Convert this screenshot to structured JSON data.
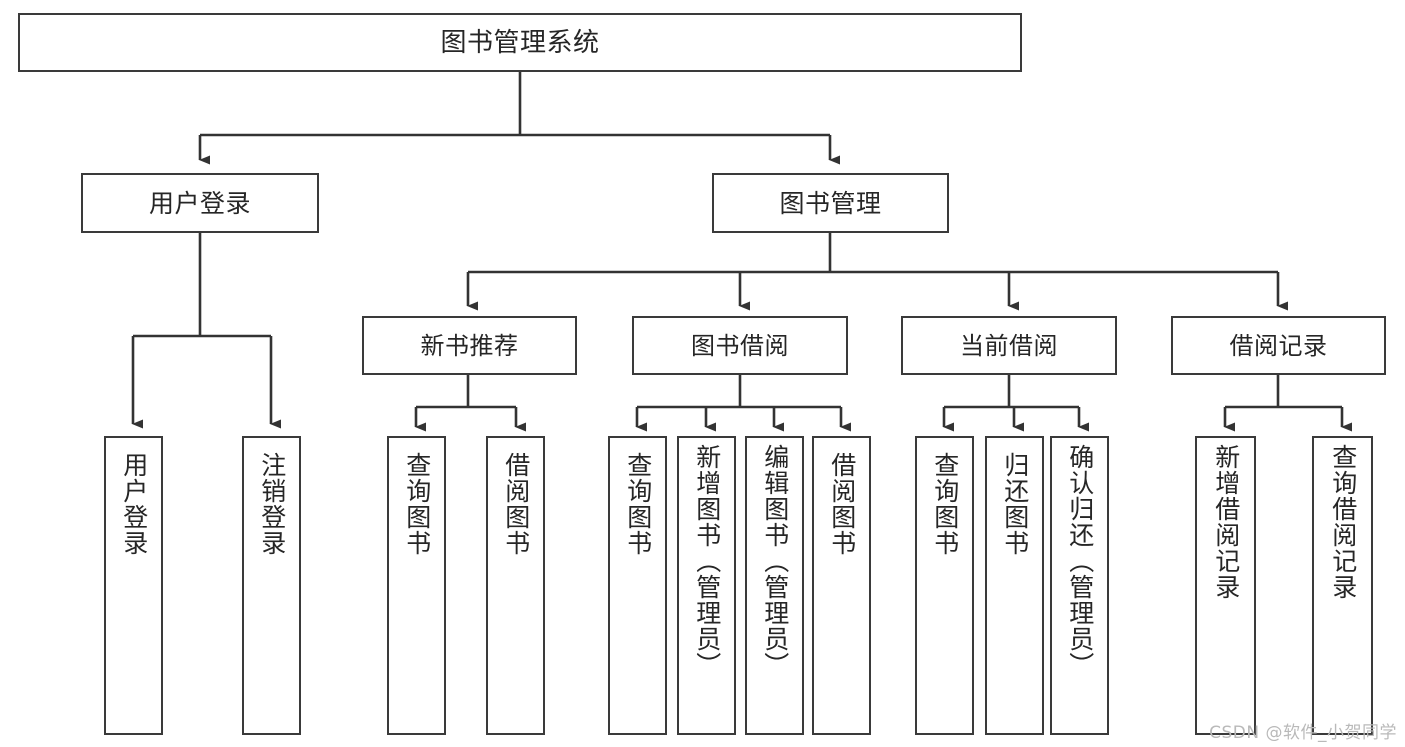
{
  "diagram": {
    "type": "tree",
    "title": "图书管理系统",
    "orientation": "top-down",
    "colors": {
      "box_border": "#3a3a3a",
      "box_fill": "#ffffff",
      "edge": "#333333",
      "text": "#262626",
      "watermark": "#b9b9b9",
      "background": "#ffffff"
    },
    "watermark": "CSDN @软件_小贺同学",
    "nodes": {
      "root": {
        "label": "图书管理系统"
      },
      "level2": [
        {
          "label": "用户登录"
        },
        {
          "label": "图书管理"
        }
      ],
      "level3": [
        {
          "label": "新书推荐"
        },
        {
          "label": "图书借阅"
        },
        {
          "label": "当前借阅"
        },
        {
          "label": "借阅记录"
        }
      ],
      "leaves": {
        "user_login": [
          {
            "label": "用户登录"
          },
          {
            "label": "注销登录"
          }
        ],
        "new_book_recommend": [
          {
            "label": "查询图书"
          },
          {
            "label": "借阅图书"
          }
        ],
        "book_borrow": [
          {
            "label": "查询图书"
          },
          {
            "label": "新增图书（管理员）"
          },
          {
            "label": "编辑图书（管理员）"
          },
          {
            "label": "借阅图书"
          }
        ],
        "current_borrow": [
          {
            "label": "查询图书"
          },
          {
            "label": "归还图书"
          },
          {
            "label": "确认归还（管理员）"
          }
        ],
        "borrow_record": [
          {
            "label": "新增借阅记录"
          },
          {
            "label": "查询借阅记录"
          }
        ]
      }
    }
  }
}
